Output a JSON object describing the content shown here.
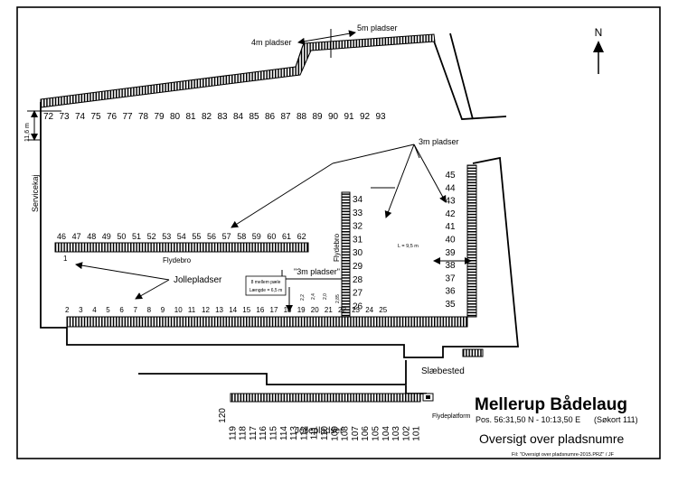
{
  "harbor": {
    "title": "Mellerup Bådelaug",
    "position": "Pos. 56:31,50 N - 10:13,50 E",
    "chart_ref": "(Søkort 111)",
    "subtitle": "Oversigt over pladsnumre",
    "file_note": "Fil: \"Oversigt over pladsnumre-2015.PRZ\" / JF",
    "compass": "N"
  },
  "labels": {
    "m4": "4m pladser",
    "m5": "5m pladser",
    "m3": "3m pladser",
    "m3_quoted": "\"3m pladser\"",
    "jolle_top": "Jollepladser",
    "jolle_bottom": "Jollepladser",
    "servicekaj": "Servicekaj",
    "dist": "11,6 m",
    "flydebro_h": "Flydebro",
    "flydebro_v": "Flydebro",
    "l_width": "L = 9,5 m",
    "slaebested": "Slæbested",
    "flydeplatform": "Flydeplatform",
    "pile_1": "8 mellem pæle",
    "pile_2": "Længde = 6,5 m",
    "w22": "2,2",
    "w23": "2,4",
    "w24": "2,0",
    "w25": "2,85"
  },
  "berths": {
    "top_row": [
      "72",
      "73",
      "74",
      "75",
      "76",
      "77",
      "78",
      "79",
      "80",
      "81",
      "82",
      "83",
      "84",
      "85",
      "86",
      "87",
      "88",
      "89",
      "90",
      "91",
      "92",
      "93"
    ],
    "mid_row": [
      "46",
      "47",
      "48",
      "49",
      "50",
      "51",
      "52",
      "53",
      "54",
      "55",
      "56",
      "57",
      "58",
      "59",
      "60",
      "61",
      "62"
    ],
    "bottom_row": [
      "2",
      "3",
      "4",
      "5",
      "6",
      "7",
      "8",
      "9",
      "10",
      "11",
      "12",
      "13",
      "14",
      "15",
      "16",
      "17",
      "18",
      "19",
      "20",
      "21",
      "22",
      "23",
      "24",
      "25"
    ],
    "single": "1",
    "left_jetty": [
      "34",
      "33",
      "32",
      "31",
      "30",
      "29",
      "28",
      "27",
      "26"
    ],
    "right_jetty": [
      "45",
      "44",
      "43",
      "42",
      "41",
      "40",
      "39",
      "38",
      "37",
      "36",
      "35"
    ],
    "jolle": [
      "120",
      "119",
      "118",
      "117",
      "116",
      "115",
      "114",
      "113",
      "112",
      "111",
      "110",
      "109",
      "108",
      "107",
      "106",
      "105",
      "104",
      "103",
      "102",
      "101"
    ]
  }
}
